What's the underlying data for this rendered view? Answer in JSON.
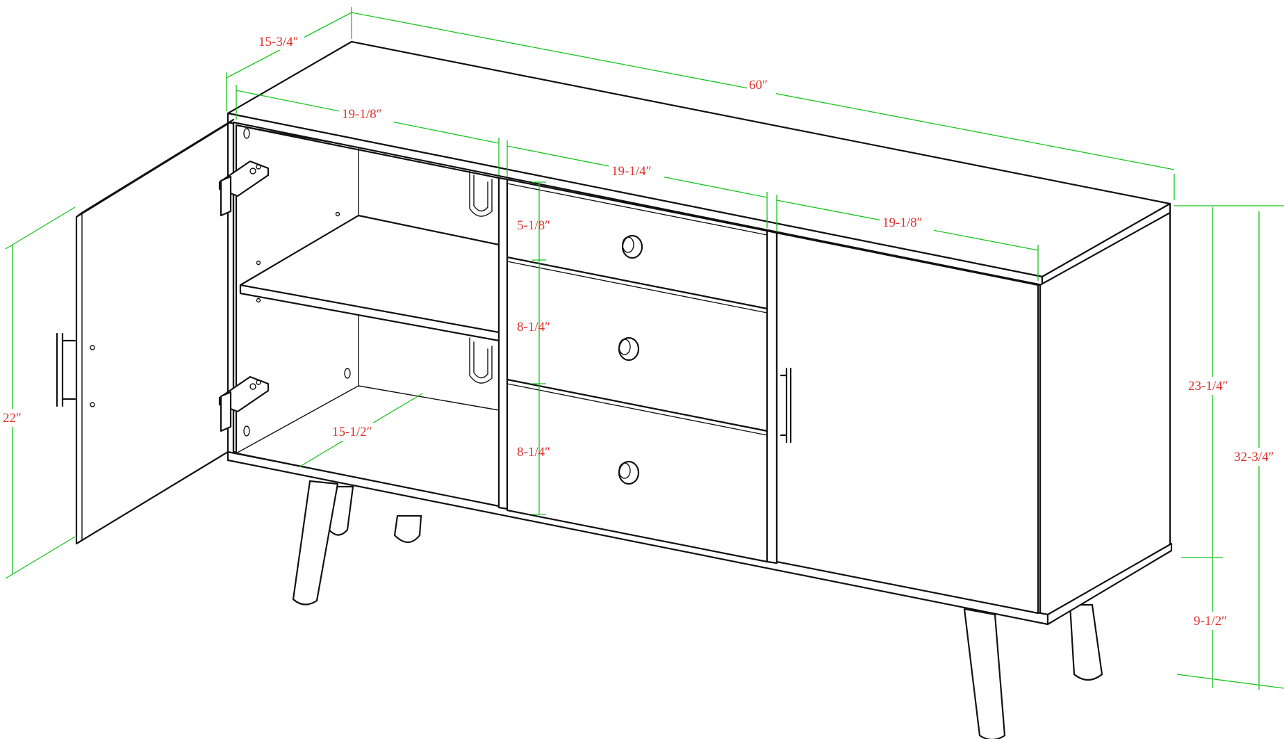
{
  "colors": {
    "outline": "#111111",
    "dimension_line": "#16c41b",
    "dimension_text": "#e0312c",
    "background": "#ffffff"
  },
  "dimensions": {
    "overall_width": "60″",
    "overall_depth": "15-3/4″",
    "left_cabinet_width": "19-1/8″",
    "drawer_section_width": "19-1/4″",
    "right_cabinet_width": "19-1/8″",
    "top_drawer_height": "5-1/8″",
    "middle_drawer_height": "8-1/4″",
    "bottom_drawer_height": "8-1/4″",
    "interior_depth": "15-1/2″",
    "door_height": "22″",
    "cabinet_body_height": "23-1/4″",
    "overall_height": "32-3/4″",
    "leg_height": "9-1/2″"
  }
}
